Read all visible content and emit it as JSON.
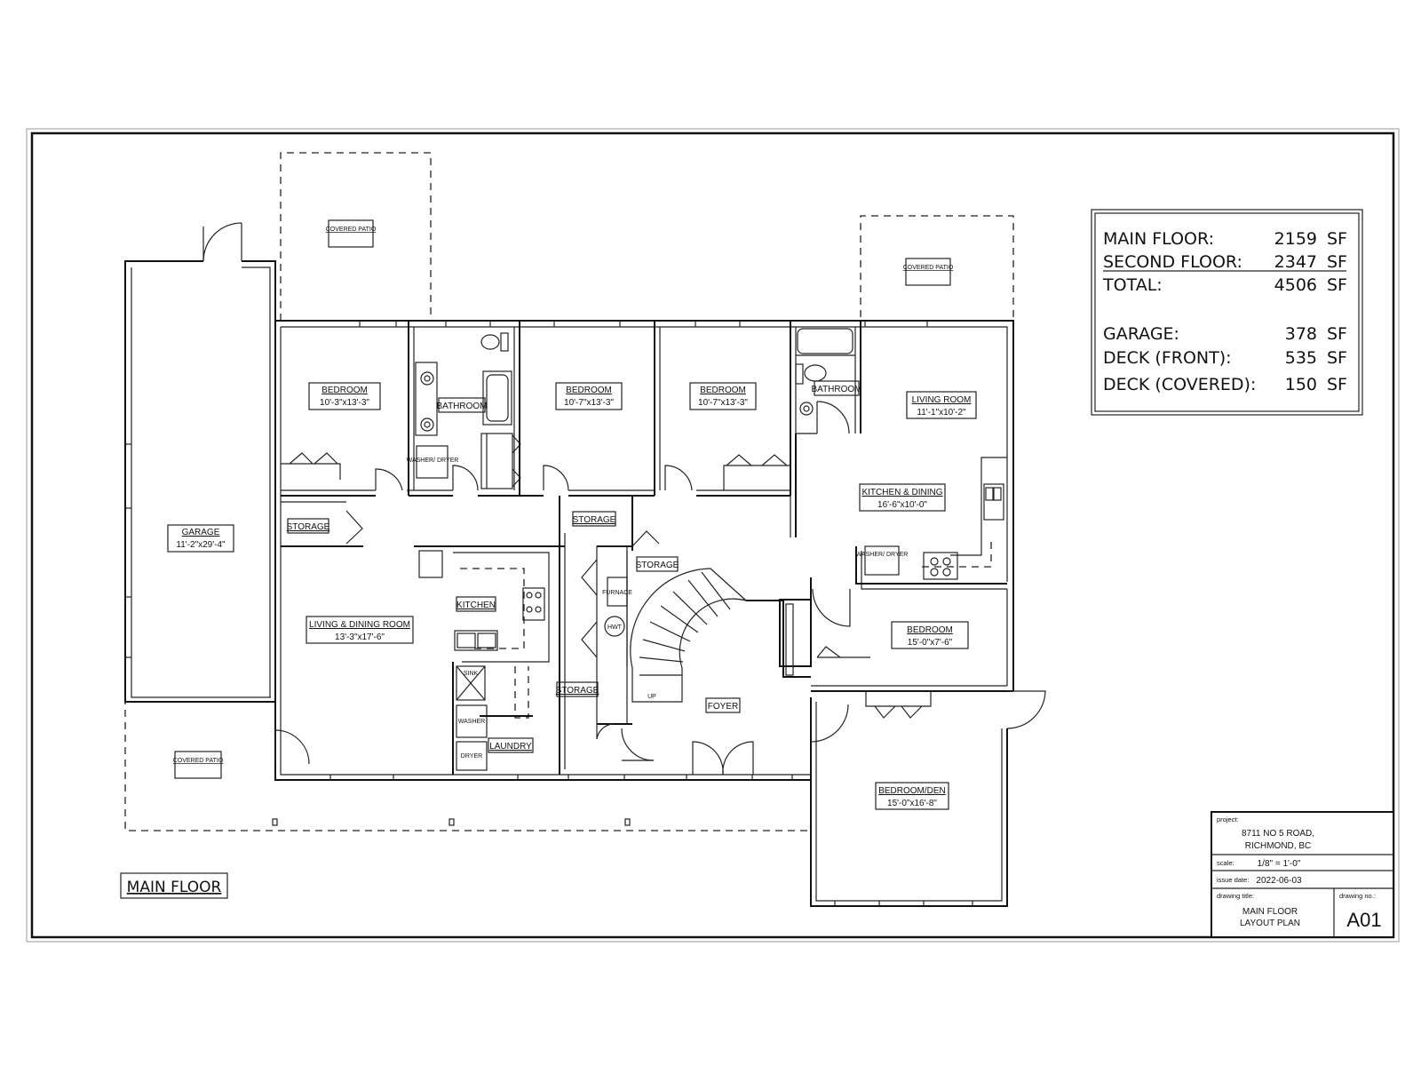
{
  "rooms": {
    "covered_patio_top_left": "COVERED PATIO",
    "covered_patio_top_right": "COVERED PATIO",
    "covered_patio_bottom_left": "COVERED PATIO",
    "garage": {
      "name": "GARAGE",
      "dim": "11'-2\"x29'-4\""
    },
    "bedroom_1": {
      "name": "BEDROOM",
      "dim": "10'-3\"x13'-3\""
    },
    "bathroom_1": "BATHROOM",
    "washer_dryer_1": "WASHER/ DRYER",
    "bedroom_2": {
      "name": "BEDROOM",
      "dim": "10'-7\"x13'-3\""
    },
    "bedroom_3": {
      "name": "BEDROOM",
      "dim": "10'-7\"x13'-3\""
    },
    "bathroom_2": "BATHROOM",
    "living_room": {
      "name": "LIVING ROOM",
      "dim": "11'-1\"x10'-2\""
    },
    "kitchen_dining": {
      "name": "KITCHEN & DINING",
      "dim": "16'-6\"x10'-0\""
    },
    "washer_dryer_2": "WASHER/ DRYER",
    "storage_1": "STORAGE",
    "storage_2": "STORAGE",
    "storage_3": "STORAGE",
    "storage_4": "STORAGE",
    "kitchen": "KITCHEN",
    "living_dining": {
      "name": "LIVING & DINING ROOM",
      "dim": "13'-3\"x17'-6\""
    },
    "furnace": "FURNACE",
    "hwt": "HWT",
    "up": "UP",
    "sink": "SINK",
    "washer": "WASHER",
    "dryer": "DRYER",
    "laundry": "LAUNDRY",
    "foyer": "FOYER",
    "bedroom_4": {
      "name": "BEDROOM",
      "dim": "15'-0\"x7'-6\""
    },
    "bedroom_den": {
      "name": "BEDROOM/DEN",
      "dim": "15'-0\"x16'-8\""
    }
  },
  "floor_label": "MAIN FLOOR",
  "area_table": [
    {
      "label": "MAIN FLOOR:",
      "value": "2159",
      "unit": "SF"
    },
    {
      "label": "SECOND FLOOR:",
      "value": "2347",
      "unit": "SF"
    },
    {
      "label": "TOTAL:",
      "value": "4506",
      "unit": "SF"
    },
    {
      "label": "GARAGE:",
      "value": "378",
      "unit": "SF"
    },
    {
      "label": "DECK (FRONT):",
      "value": "535",
      "unit": "SF"
    },
    {
      "label": "DECK (COVERED):",
      "value": "150",
      "unit": "SF"
    }
  ],
  "title_block": {
    "project_label": "project:",
    "project_line1": "8711 NO 5 ROAD,",
    "project_line2": "RICHMOND, BC",
    "scale_label": "scale:",
    "scale": "1/8\" = 1'-0\"",
    "issue_label": "issue date:",
    "issue_date": "2022-06-03",
    "drawing_title_label": "drawing title:",
    "drawing_title_line1": "MAIN FLOOR",
    "drawing_title_line2": "LAYOUT PLAN",
    "drawing_no_label": "drawing no.:",
    "drawing_no": "A01"
  }
}
